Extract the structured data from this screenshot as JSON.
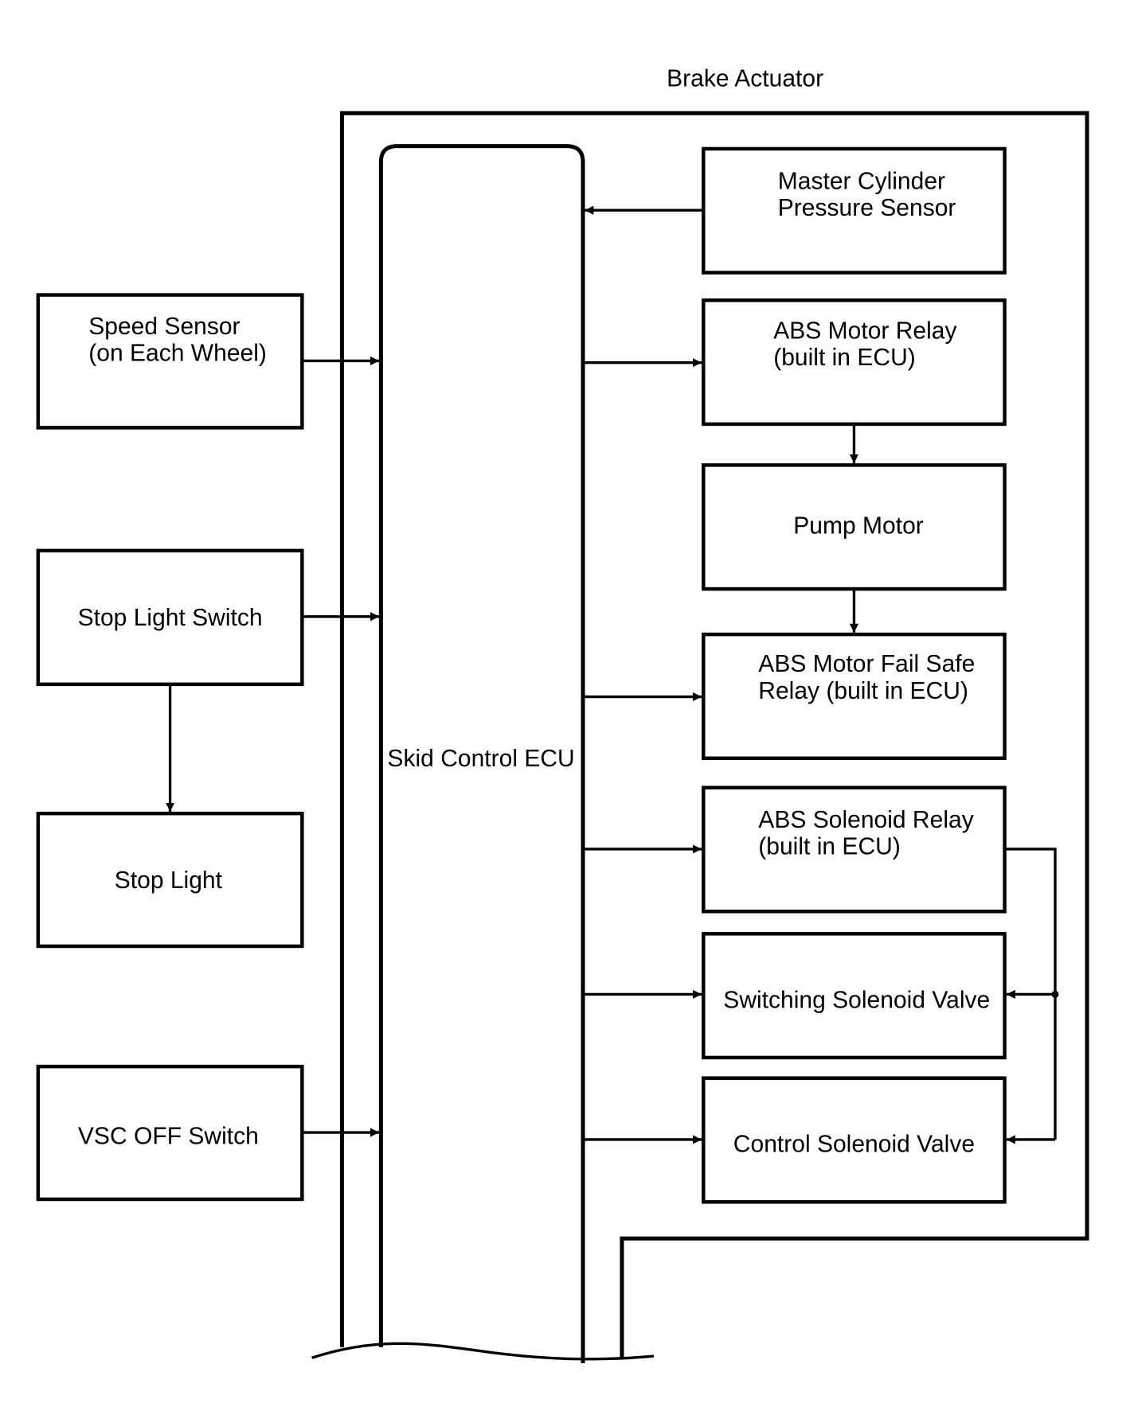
{
  "title": "Brake Actuator",
  "ecu_label": "Skid Control ECU",
  "left_components": {
    "speed_sensor": [
      "Speed Sensor",
      "(on Each Wheel)"
    ],
    "stop_light_switch": [
      "Stop Light Switch"
    ],
    "stop_light": [
      "Stop Light"
    ],
    "vsc_off_switch": [
      "VSC OFF Switch"
    ]
  },
  "right_components": {
    "master_cylinder_pressure_sensor": [
      "Master Cylinder",
      "Pressure Sensor"
    ],
    "abs_motor_relay": [
      "ABS Motor Relay",
      "(built in ECU)"
    ],
    "pump_motor": [
      "Pump Motor"
    ],
    "abs_motor_fail_safe_relay": [
      "ABS Motor Fail Safe",
      "Relay (built in ECU)"
    ],
    "abs_solenoid_relay": [
      "ABS Solenoid Relay",
      "(built in ECU)"
    ],
    "switching_solenoid_valve": [
      "Switching Solenoid Valve"
    ],
    "control_solenoid_valve": [
      "Control Solenoid Valve"
    ]
  },
  "colors": {
    "stroke": "#000000",
    "background": "#ffffff"
  }
}
